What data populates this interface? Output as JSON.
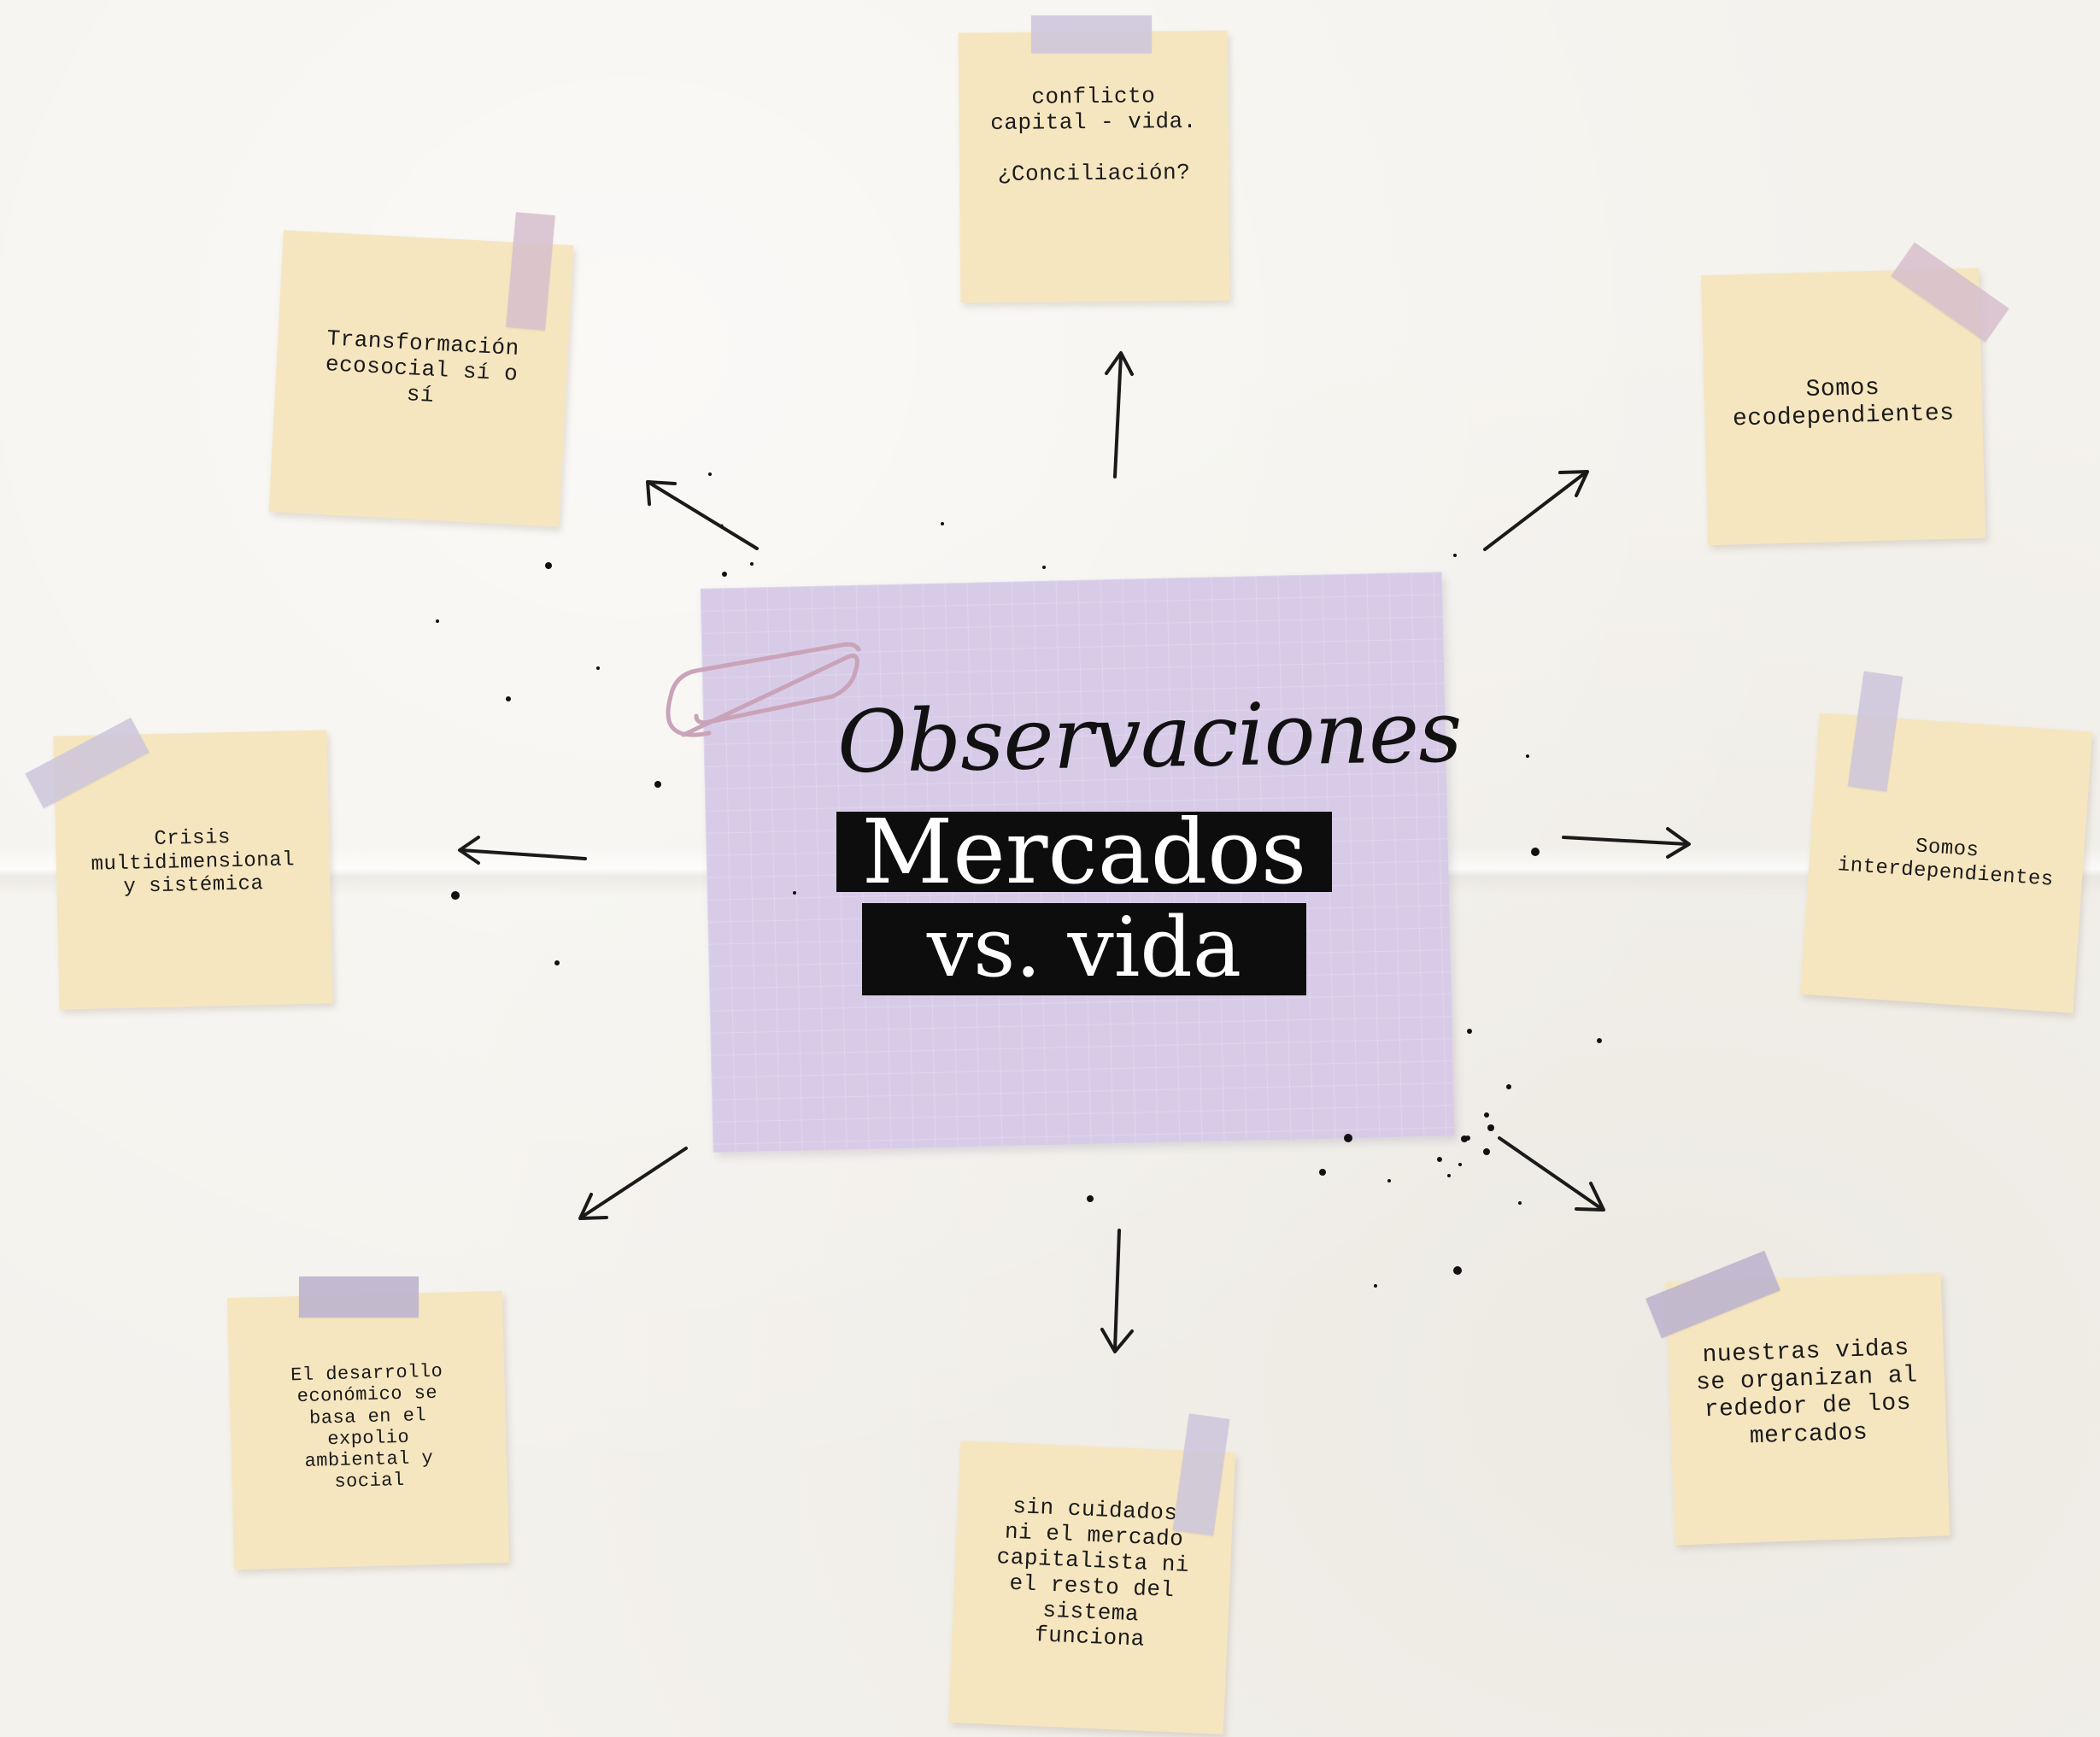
{
  "center": {
    "script_title": "Observaciones",
    "line1": "Mercados",
    "line2": "vs. vida"
  },
  "notes": {
    "top": "conflicto\ncapital - vida.\n\n¿Conciliación?",
    "top_left": "Transformación\necosocial sí o\nsí",
    "top_right": "Somos\necodependientes",
    "left": "Crisis\nmultidimensional\ny sistémica",
    "right": "Somos\ninterdependientes",
    "bottom_left": "El desarrollo\neconómico se\nbasa en el\nexpolio\nambiental y\nsocial",
    "bottom": "sin cuidados\nni el mercado\ncapitalista ni\nel resto del\nsistema\nfunciona",
    "bottom_right": "nuestras vidas\nse organizan al\nrededor de los\nmercados"
  },
  "colors": {
    "note": "#f6e6c0",
    "card": "#d8cbe8",
    "tape_lavender": "#cdc4dc",
    "tape_pink": "#d6becd",
    "paperclip": "#c9a3b8",
    "ink": "#111111"
  }
}
